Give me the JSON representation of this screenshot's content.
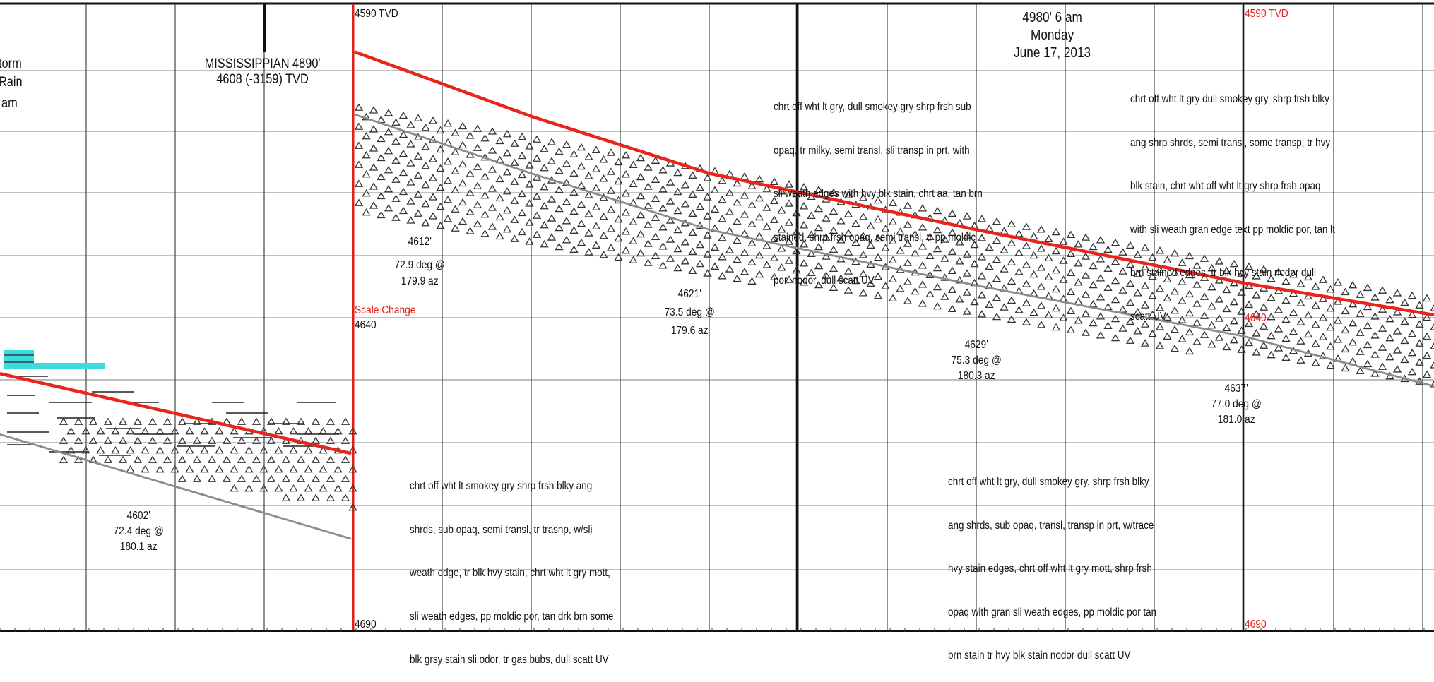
{
  "chart_data": {
    "type": "line",
    "title": "",
    "tvd_marker_labels": [
      "4590 TVD",
      "4640",
      "4690",
      "4590 TVD",
      "4640",
      "4690"
    ],
    "scale_change_label": "Scale Change",
    "formation_top": {
      "line1": "MISSISSIPPIAN 4890'",
      "line2": "4608 (-3159) TVD"
    },
    "left_partial_labels": [
      "torm",
      "Rain",
      "am"
    ],
    "date_label": {
      "line1": "4980'  6 am",
      "line2": "Monday",
      "line3": "June 17, 2013"
    },
    "survey_stations": [
      {
        "md": "4602'",
        "inc": "72.4 deg @",
        "az": "180.1 az"
      },
      {
        "md": "4612'",
        "inc": "72.9 deg @",
        "az": "179.9 az"
      },
      {
        "md": "4621'",
        "inc": "73.5 deg @",
        "az": "179.6 az"
      },
      {
        "md": "4629'",
        "inc": "75.3 deg @",
        "az": "180.3 az"
      },
      {
        "md": "4637'",
        "inc": "77.0  deg  @",
        "az": "181.0 az"
      }
    ],
    "lithology_descriptions": [
      {
        "lines": [
          "chrt off wht lt gry, dull smokey gry shrp frsh sub",
          "opaq, tr milky, semi transl, sli transp in prt, with",
          "sli weath edges with hvy blk stain, chrt aa, tan brn",
          "stained, shrp frsh opaq, semi transl, tr pp moldic",
          "por, nodor, dull scatt UV"
        ]
      },
      {
        "lines": [
          "chrt off wht lt gry dull smokey gry, shrp frsh blky",
          "ang shrp shrds, semi transl, some transp, tr hvy",
          "blk stain, chrt wht off wht lt gry shrp frsh opaq",
          "with sli weath gran edge text pp moldic por, tan lt",
          "brn stained edges, tr blk hvy stain nodor dull",
          "scatt UV"
        ]
      },
      {
        "lines": [
          "chrt off wht lt smokey gry shrp frsh blky ang",
          "shrds, sub opaq, semi transl, tr trasnp, w/sli",
          "weath edge, tr blk hvy stain, chrt wht lt gry mott,",
          "sli weath edges, pp moldic por, tan drk brn some",
          "blk grsy stain sli odor, tr gas bubs, dull scatt UV"
        ]
      },
      {
        "lines": [
          "chrt off wht lt gry, dull smokey gry, shrp frsh blky",
          "ang shrds, sub opaq, transl, transp in prt, w/trace",
          "hvy stain edges, chrt off wht lt gry mott, shrp frsh",
          "opaq with gran sli weath edges, pp moldic por tan",
          "brn stain tr hvy blk stain nodor dull scatt UV"
        ]
      }
    ],
    "series": [
      {
        "key": "formation_line",
        "color": "#e8241b",
        "values": [
          4628.9,
          4637.3,
          4597.6,
          4607.9,
          4617.0,
          4626.0,
          4634.5,
          4639.6
        ]
      },
      {
        "key": "wellbore",
        "color": "#8c8c8c",
        "values": [
          4635.3,
          4646.3,
          4607.6,
          4617.0,
          4626.0,
          4634.9,
          4643.0,
          4651.0
        ]
      }
    ],
    "tvd_scale": {
      "before_change_top": 4590,
      "after_change_top": 4590,
      "after_change_bottom": 4690
    },
    "colors": {
      "formation_line": "#e8241b",
      "wellbore": "#8c8c8c",
      "grid": "#999999",
      "scale_marker": "#e0201a",
      "shale_fill": "#3cdcdc"
    },
    "grid": true
  }
}
